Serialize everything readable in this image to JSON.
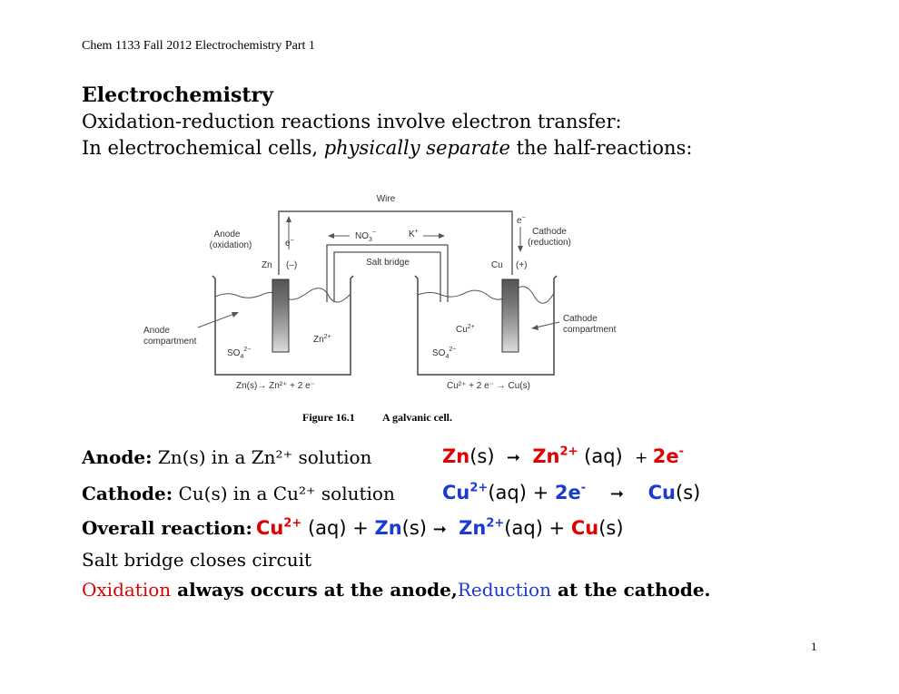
{
  "header": {
    "text": "Chem 1133 Fall 2012 Electrochemistry Part 1"
  },
  "intro": {
    "title": "Electrochemistry",
    "line1": "Oxidation-reduction reactions involve  electron transfer:",
    "line2_a": "In electrochemical cells, ",
    "line2_em": "physically separate",
    "line2_b": " the half-reactions:"
  },
  "figure": {
    "wire": "Wire",
    "anode": "Anode",
    "anode_sub": "(oxidation)",
    "cathode": "Cathode",
    "cathode_sub": "(reduction)",
    "electron_left": "e",
    "electron_right": "e",
    "minus": "−",
    "no3": "NO",
    "no3_sub": "3",
    "k_plus": "K",
    "plus": "+",
    "salt_bridge": "Salt bridge",
    "zn": "Zn",
    "zn_sign": "(–)",
    "cu": "Cu",
    "cu_sign": "(+)",
    "anode_comp_1": "Anode",
    "anode_comp_2": "compartment",
    "cathode_comp_1": "Cathode",
    "cathode_comp_2": "compartment",
    "so4": "SO",
    "so4_sub": "4",
    "so4_sup": "2−",
    "zn2": "Zn",
    "cu2": "Cu",
    "ion_sup": "2+",
    "anode_rxn": "Zn(s)→ Zn²⁺ + 2 e⁻",
    "cathode_rxn": "Cu²⁺ + 2 e⁻ → Cu(s)",
    "caption_num": "Figure 16.1",
    "caption_text": "A galvanic cell."
  },
  "lines": {
    "anode_label": "Anode:",
    "anode_desc": " Zn(s) in a Zn²⁺ solution",
    "anode_eq_zn": "Zn",
    "anode_eq_s": "(s)",
    "arrow": "➞",
    "anode_eq_zn2": "Zn",
    "sup_2plus": "2+",
    "anode_eq_aq": " (aq)",
    "anode_eq_plus": "+ ",
    "anode_eq_2e": "2e",
    "sup_minus": "-",
    "cathode_label": "Cathode:",
    "cathode_desc": " Cu(s) in a Cu²⁺ solution",
    "cathode_eq_cu": "Cu",
    "cathode_eq_aq": "(aq) + ",
    "cathode_eq_2e": "2e",
    "cathode_eq_cu2": "Cu",
    "cathode_eq_s": "(s)",
    "overall_label": "Overall reaction:",
    "overall_cu": "Cu",
    "overall_aq1": " (aq)  + ",
    "overall_zn": "Zn",
    "overall_s": "(s) ",
    "overall_zn2": "Zn",
    "overall_aq2": "(aq)   + ",
    "overall_cu2": "Cu",
    "overall_s2": "(s)",
    "salt_bridge_line": "Salt bridge closes circuit",
    "ox_word": "Oxidation",
    "ox_mid": " always occurs at the anode",
    "ox_comma": ",",
    "red_word": "Reduction",
    "red_end": " at the cathode",
    "period": "."
  },
  "page_number": "1"
}
